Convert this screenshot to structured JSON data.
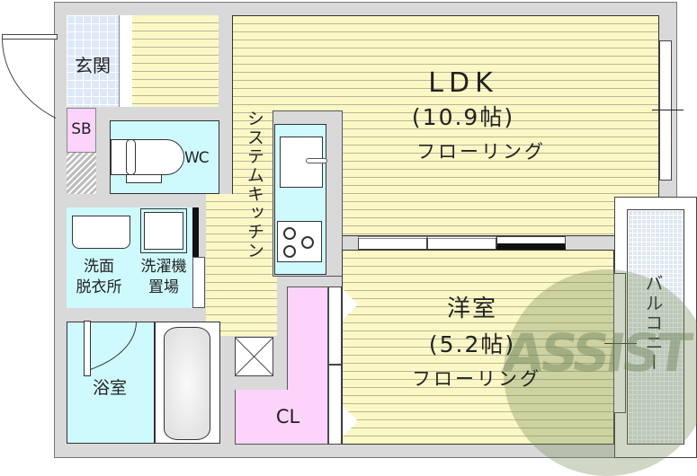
{
  "floorplan": {
    "rooms": {
      "entrance": {
        "label": "玄関"
      },
      "shoe_box": {
        "label": "SB"
      },
      "toilet": {
        "label": "WC"
      },
      "kitchen": {
        "label": "システムキッチン"
      },
      "ldk": {
        "name": "LDK",
        "size": "(10.9帖)",
        "floor": "フローリング"
      },
      "washroom": {
        "line1": "洗面",
        "line2": "脱衣所"
      },
      "washer_space": {
        "line1": "洗濯機",
        "line2": "置場"
      },
      "bathroom": {
        "label": "浴室"
      },
      "closet": {
        "label": "CL"
      },
      "western_room": {
        "name": "洋室",
        "size": "(5.2帖)",
        "floor": "フローリング"
      },
      "balcony": {
        "label": "バルコニー"
      }
    },
    "watermark": {
      "text": "ASSIST"
    },
    "colors": {
      "wall": "#d9d9d9",
      "flooring": "#fbf8c6",
      "wet_area": "#cffafd",
      "closet": "#fcd3fb",
      "tile": "#dde8f8"
    }
  }
}
